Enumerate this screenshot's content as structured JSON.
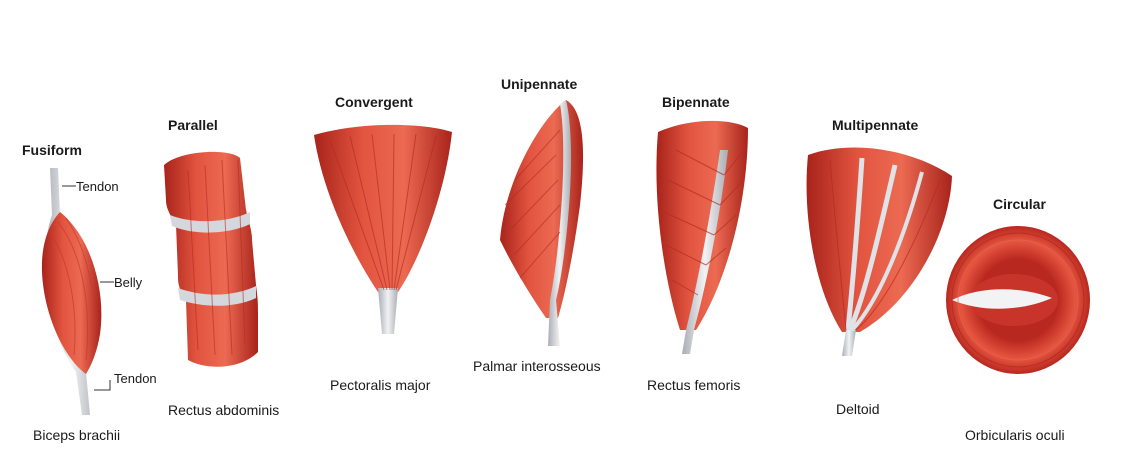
{
  "muscles": [
    {
      "type": "Fusiform",
      "example": "Biceps brachii",
      "parts": {
        "tendon_top": "Tendon",
        "belly": "Belly",
        "tendon_bottom": "Tendon"
      }
    },
    {
      "type": "Parallel",
      "example": "Rectus abdominis"
    },
    {
      "type": "Convergent",
      "example": "Pectoralis major"
    },
    {
      "type": "Unipennate",
      "example": "Palmar interosseous"
    },
    {
      "type": "Bipennate",
      "example": "Rectus femoris"
    },
    {
      "type": "Multipennate",
      "example": "Deltoid"
    },
    {
      "type": "Circular",
      "example": "Orbicularis oculi"
    }
  ],
  "colors": {
    "muscle": "#d9453a",
    "muscle_dark": "#b5271f",
    "muscle_light": "#ee7a64",
    "tendon": "#d7dadf"
  }
}
